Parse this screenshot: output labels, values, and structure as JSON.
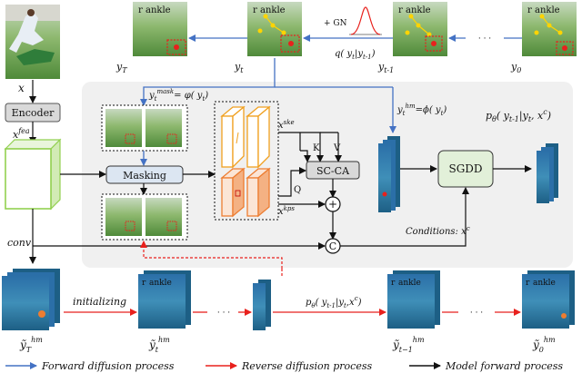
{
  "labels": {
    "y_T": "y",
    "y_T_sub": "T",
    "y_t": "y",
    "y_t_sub": "t",
    "y_t1": "y",
    "y_t1_sub": "t-1",
    "y_0": "y",
    "y_0_sub": "0",
    "gn": "+ GN",
    "q_forward": "q( y",
    "q_forward_sub": "t",
    "q_forward_tail": "|y",
    "q_forward_sub2": "t-1",
    "q_forward_close": ")",
    "x": "x",
    "encoder": "Encoder",
    "x_fea": "x",
    "x_fea_sup": "fea",
    "mask_eq": "y",
    "mask_eq_sub": "t",
    "mask_eq_sup": "mask",
    "mask_eq_rhs": "= φ( y",
    "mask_eq_rhs_sub": "t",
    "mask_eq_rhs_close": ")",
    "masking": "Masking",
    "x_ske": "x",
    "x_ske_sup": "ske",
    "x_kps": "x",
    "x_kps_sup": "kps",
    "k": "K",
    "v": "V",
    "q": "Q",
    "scca": "SC-CA",
    "plus": "+",
    "concat": "C",
    "hm_eq": "y",
    "hm_eq_sub": "t",
    "hm_eq_sup": "hm",
    "hm_eq_rhs": "=ϕ( y",
    "hm_eq_rhs_sub": "t",
    "hm_eq_rhs_close": ")",
    "p_theta": "p",
    "p_theta_sub": "θ",
    "p_theta_rest": "( y",
    "p_theta_rest_sub": "t-1",
    "p_theta_rest2": "|y",
    "p_theta_rest2_sub": "t",
    "p_theta_rest3": ", x",
    "p_theta_rest3_sup": "c",
    "p_theta_close": ")",
    "sgdd": "SGDD",
    "conditions": "Conditions: x",
    "conditions_sup": "c",
    "conv": "conv",
    "initializing": "initializing",
    "p_theta2": "p",
    "p_theta2_sub": "θ",
    "p_theta2_rest": "( y",
    "p_theta2_rest_sub": "t-1",
    "p_theta2_rest2": "|y",
    "p_theta2_rest2_sub": "t",
    "p_theta2_rest3": ",x",
    "p_theta2_rest3_sup": "c",
    "p_theta2_close": ")",
    "yT_hm": "ỹ",
    "yT_hm_sub": "T",
    "yT_hm_sup": "hm",
    "yt_hm": "ỹ",
    "yt_hm_sub": "t",
    "yt_hm_sup": "hm",
    "yt1_hm": "ỹ",
    "yt1_hm_sub": "t−1",
    "yt1_hm_sup": "hm",
    "y0_hm": "ỹ",
    "y0_hm_sub": "0",
    "y0_hm_sup": "hm",
    "ankle": "ankle",
    "r_letter": "r",
    "dots": "· · ·"
  },
  "legend": {
    "forward": "Forward diffusion process",
    "reverse": "Reverse diffusion process",
    "model": "Model forward process"
  },
  "colors": {
    "forward_arrow": "#4472c4",
    "reverse_arrow": "#e8211d",
    "model_arrow": "#111111",
    "panel_bg": "#f0f0f0",
    "encoder_fill": "#d9d9d9",
    "masking_fill": "#dce6f2",
    "sgdd_fill": "#e2f0d9",
    "feature_green": "#92d050",
    "ske_orange": "#f4b183",
    "ske_border": "#f0a020",
    "kps_border": "#ed7d31",
    "conditions_green": "#00b050"
  }
}
